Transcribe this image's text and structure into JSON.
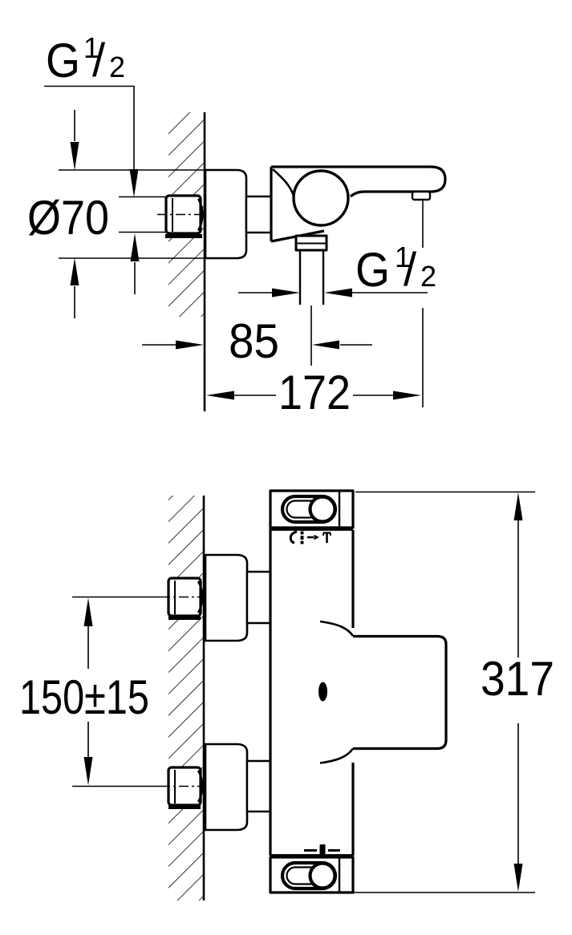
{
  "drawing": {
    "colors": {
      "line": "#000000",
      "background": "#ffffff"
    },
    "side_view": {
      "thread_label_top": {
        "base": "G",
        "numerator": "1",
        "slash": "/",
        "denominator": "2"
      },
      "flange_diameter_label": "Ø70",
      "outlet_offset_label": "85",
      "reach_label": "172",
      "thread_label_bottom": {
        "base": "G",
        "numerator": "1",
        "slash": "/",
        "denominator": "2"
      }
    },
    "front_view": {
      "connection_spacing_label": "150±15",
      "height_label": "317"
    }
  }
}
